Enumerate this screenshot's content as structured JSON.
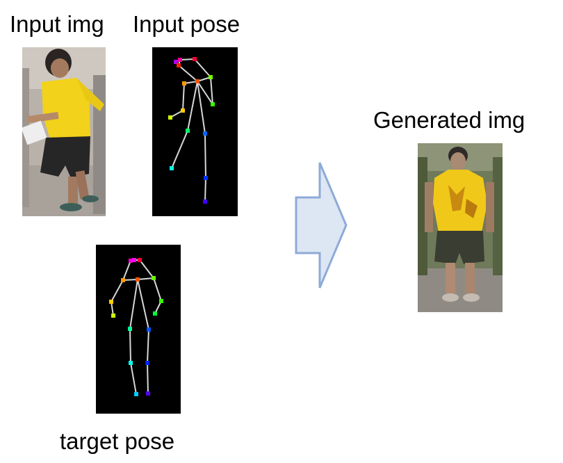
{
  "labels": {
    "input_img": "Input img",
    "input_pose": "Input pose",
    "target_pose": "target pose",
    "generated_img": "Generated img"
  },
  "colors": {
    "pose_background": "#000000",
    "limb": "#d8d8d8",
    "arrow_fill": "#dde6f3",
    "arrow_stroke": "#8eaad8",
    "shirt": "#f2d21a",
    "shorts": "#262626"
  },
  "icons": {
    "arrow": "right-arrow-icon",
    "person": "person-photo",
    "skeleton": "pose-skeleton"
  }
}
